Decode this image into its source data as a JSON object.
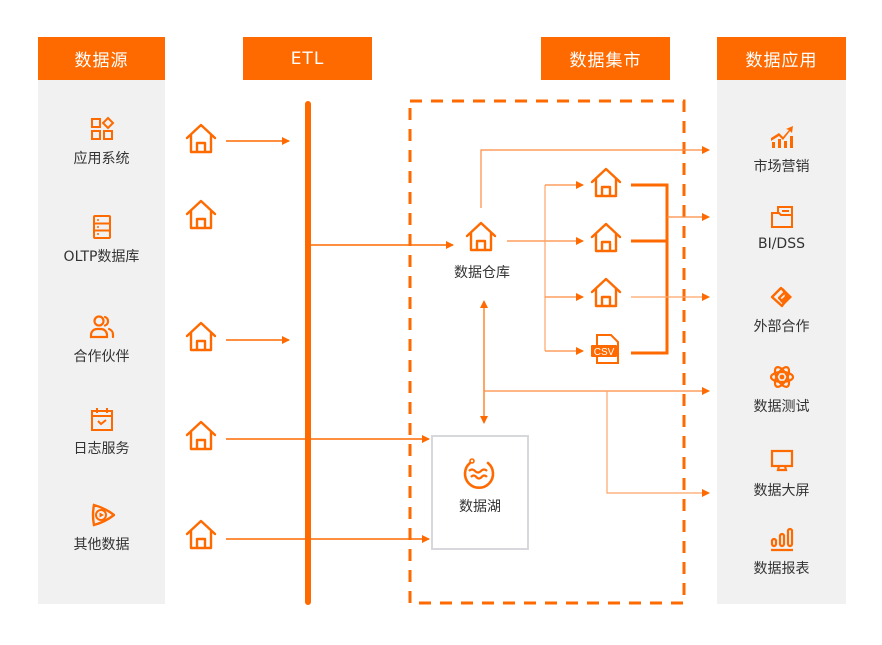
{
  "headers": {
    "sources": "数据源",
    "etl": "ETL",
    "mart": "数据集市",
    "apps": "数据应用"
  },
  "sources": [
    {
      "label": "应用系统",
      "icon": "apps-grid-icon"
    },
    {
      "label": "OLTP数据库",
      "icon": "server-icon"
    },
    {
      "label": "合作伙伴",
      "icon": "users-icon"
    },
    {
      "label": "日志服务",
      "icon": "calendar-check-icon"
    },
    {
      "label": "其他数据",
      "icon": "play-icon"
    }
  ],
  "warehouse": {
    "label": "数据仓库"
  },
  "lake": {
    "label": "数据湖"
  },
  "mart_nodes": [
    "house",
    "house",
    "house",
    "csv"
  ],
  "csv_label": "CSV",
  "apps": [
    {
      "label": "市场营销",
      "icon": "growth-chart-icon"
    },
    {
      "label": "BI/DSS",
      "icon": "folder-icon"
    },
    {
      "label": "外部合作",
      "icon": "handshake-icon"
    },
    {
      "label": "数据测试",
      "icon": "atom-icon"
    },
    {
      "label": "数据大屏",
      "icon": "monitor-icon"
    },
    {
      "label": "数据报表",
      "icon": "bar-chart-icon"
    }
  ],
  "colors": {
    "accent": "#ff6a00",
    "accent_light": "#ffa567",
    "panel": "#f1f1f1",
    "text": "#333333",
    "lake_border": "#d6d8dc"
  }
}
